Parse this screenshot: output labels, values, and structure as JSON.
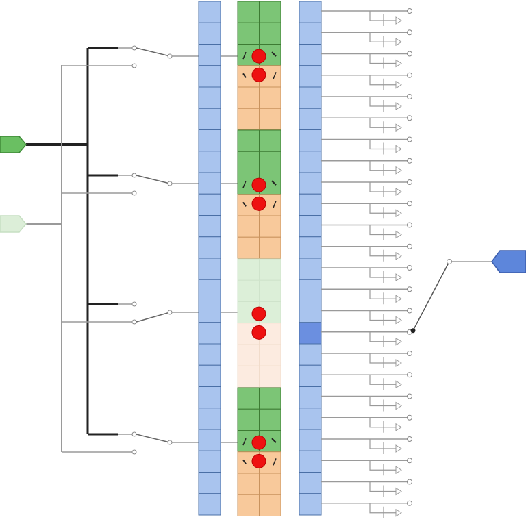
{
  "diagram": {
    "title": "",
    "text_labels": [],
    "colors": {
      "background": "#ffffff",
      "wire_active": "#222222",
      "wire_inactive": "#9a9a9a",
      "register_fill": "#a9c4ee",
      "register_stroke": "#4a6fa5",
      "register_highlight": "#6b8fe0",
      "cell_green": "#7cc576",
      "cell_green_dim": "#dcefd8",
      "cell_orange": "#f8c99b",
      "cell_orange_dim": "#fcebe0",
      "cell_stroke": "#3d7b33",
      "cell_stroke_orange": "#c9935e",
      "marker_red": "#ee1111",
      "input_port_active": "#6abf62",
      "input_port_dim": "#dceed8",
      "output_port": "#5d86db"
    },
    "components": {
      "input_ports": [
        {
          "name": "input-port-active",
          "state": "active"
        },
        {
          "name": "input-port-inactive",
          "state": "inactive"
        }
      ],
      "switch_groups": 4,
      "switch_states": [
        "closed",
        "closed",
        "open",
        "closed"
      ],
      "left_register_cells": 24,
      "right_register_cells": 24,
      "right_register_selected_index": 15,
      "central_blocks": [
        {
          "state": "active"
        },
        {
          "state": "active"
        },
        {
          "state": "inactive"
        },
        {
          "state": "active"
        }
      ],
      "output_taps": 24,
      "output_port": {
        "name": "output-port",
        "selected_tap": 15
      }
    }
  }
}
